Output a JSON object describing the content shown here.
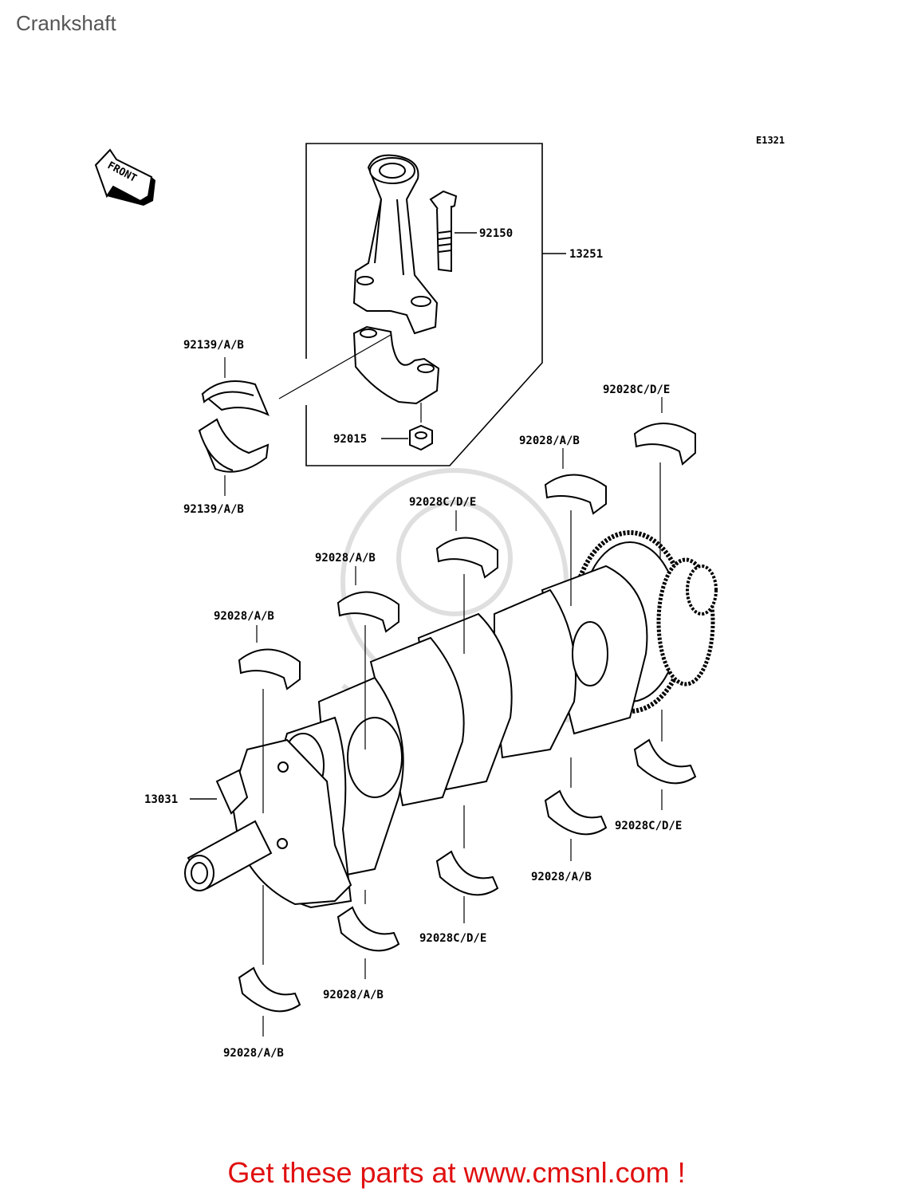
{
  "page": {
    "title": "Crankshaft"
  },
  "diagram": {
    "code": "E1321",
    "front_label": "FRONT",
    "labels": {
      "con_rod_bolt": "92150",
      "con_rod_assy": "13251",
      "con_rod_bearing_upper": "92139/A/B",
      "con_rod_bearing_lower": "92139/A/B",
      "con_rod_nut": "92015",
      "main_bearing_cde_top_right": "92028C/D/E",
      "main_bearing_ab_top_right": "92028/A/B",
      "main_bearing_cde_top_center": "92028C/D/E",
      "main_bearing_ab_top_center": "92028/A/B",
      "main_bearing_ab_top_left": "92028/A/B",
      "crankshaft": "13031",
      "main_bearing_cde_bottom_right": "92028C/D/E",
      "main_bearing_ab_bottom_right": "92028/A/B",
      "main_bearing_cde_bottom_center": "92028C/D/E",
      "main_bearing_ab_bottom_center": "92028/A/B",
      "main_bearing_ab_bottom_left": "92028/A/B"
    }
  },
  "colors": {
    "promo": "#e01010",
    "line": "#000000",
    "watermark": "#dcdcdc"
  },
  "promo": {
    "text": "Get these parts at www.cmsnl.com !"
  }
}
